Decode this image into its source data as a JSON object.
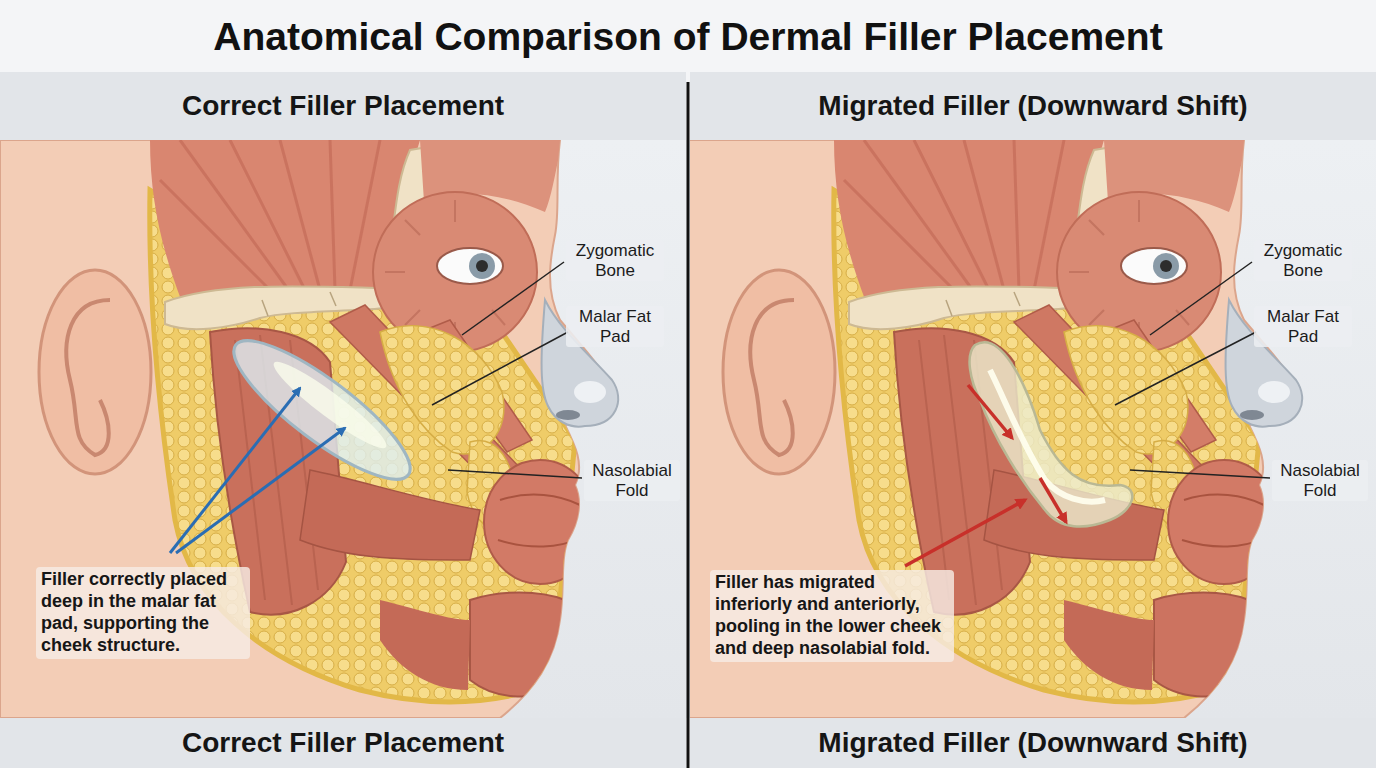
{
  "diagram": {
    "title": "Anatomical Comparison of Dermal Filler Placement",
    "nodes": [
      {
        "text": [
          "Correct Filler Placement"
        ]
      },
      {
        "text": [
          "Migrated Filler (Downward Shift)"
        ]
      },
      {
        "text": [
          "Correct Filler Placement"
        ]
      },
      {
        "text": [
          "Migrated Filler (Downward Shift)"
        ]
      }
    ],
    "labels": [
      "Zygomatic Bone",
      "Malar Fat Pad",
      "Nasolabial Fold",
      "Filler correctly placed deep in the malar fat pad, supporting the cheek structure.",
      "Zygomatic Bone",
      "Malar Fat Pad",
      "Nasolabial Fold",
      "Filler has migrated inferiorly and anteriorly, pooling in the lower cheek and deep nasolabial fold."
    ]
  }
}
